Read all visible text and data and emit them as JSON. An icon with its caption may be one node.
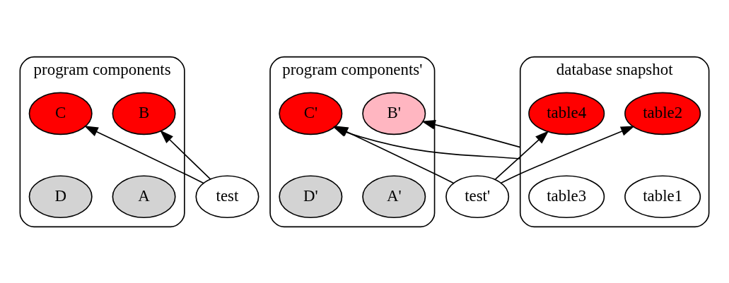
{
  "diagram": {
    "nodes": [
      {
        "text": [
          "program components"
        ]
      },
      {
        "text": [
          "A"
        ],
        "in": 0
      },
      {
        "text": [
          "B"
        ],
        "in": 0
      },
      {
        "text": [
          "C"
        ],
        "in": 0
      },
      {
        "text": [
          "D"
        ],
        "in": 0
      },
      {
        "text": [
          "program components'"
        ]
      },
      {
        "text": [
          "A'"
        ],
        "in": 5
      },
      {
        "text": [
          "B'"
        ],
        "in": 5
      },
      {
        "text": [
          "C'"
        ],
        "in": 5
      },
      {
        "text": [
          "D'"
        ],
        "in": 5
      },
      {
        "text": [
          "database snapshot"
        ]
      },
      {
        "text": [
          "table1"
        ],
        "in": 10
      },
      {
        "text": [
          "table2"
        ],
        "in": 10
      },
      {
        "text": [
          "table3"
        ],
        "in": 10
      },
      {
        "text": [
          "table4"
        ],
        "in": 10
      },
      {
        "text": [
          "test"
        ]
      },
      {
        "text": [
          "test'"
        ]
      }
    ],
    "edges": [
      {
        "from": 15,
        "to": 2,
        "arrow": "to"
      },
      {
        "from": 15,
        "to": 3,
        "arrow": "to"
      },
      {
        "from": 10,
        "to": 7,
        "arrow": "to"
      },
      {
        "from": 10,
        "to": 8,
        "arrow": "to"
      },
      {
        "from": 16,
        "to": 12,
        "arrow": "to"
      },
      {
        "from": 16,
        "to": 14,
        "arrow": "to"
      },
      {
        "from": 16,
        "to": 8,
        "arrow": "to"
      }
    ]
  }
}
